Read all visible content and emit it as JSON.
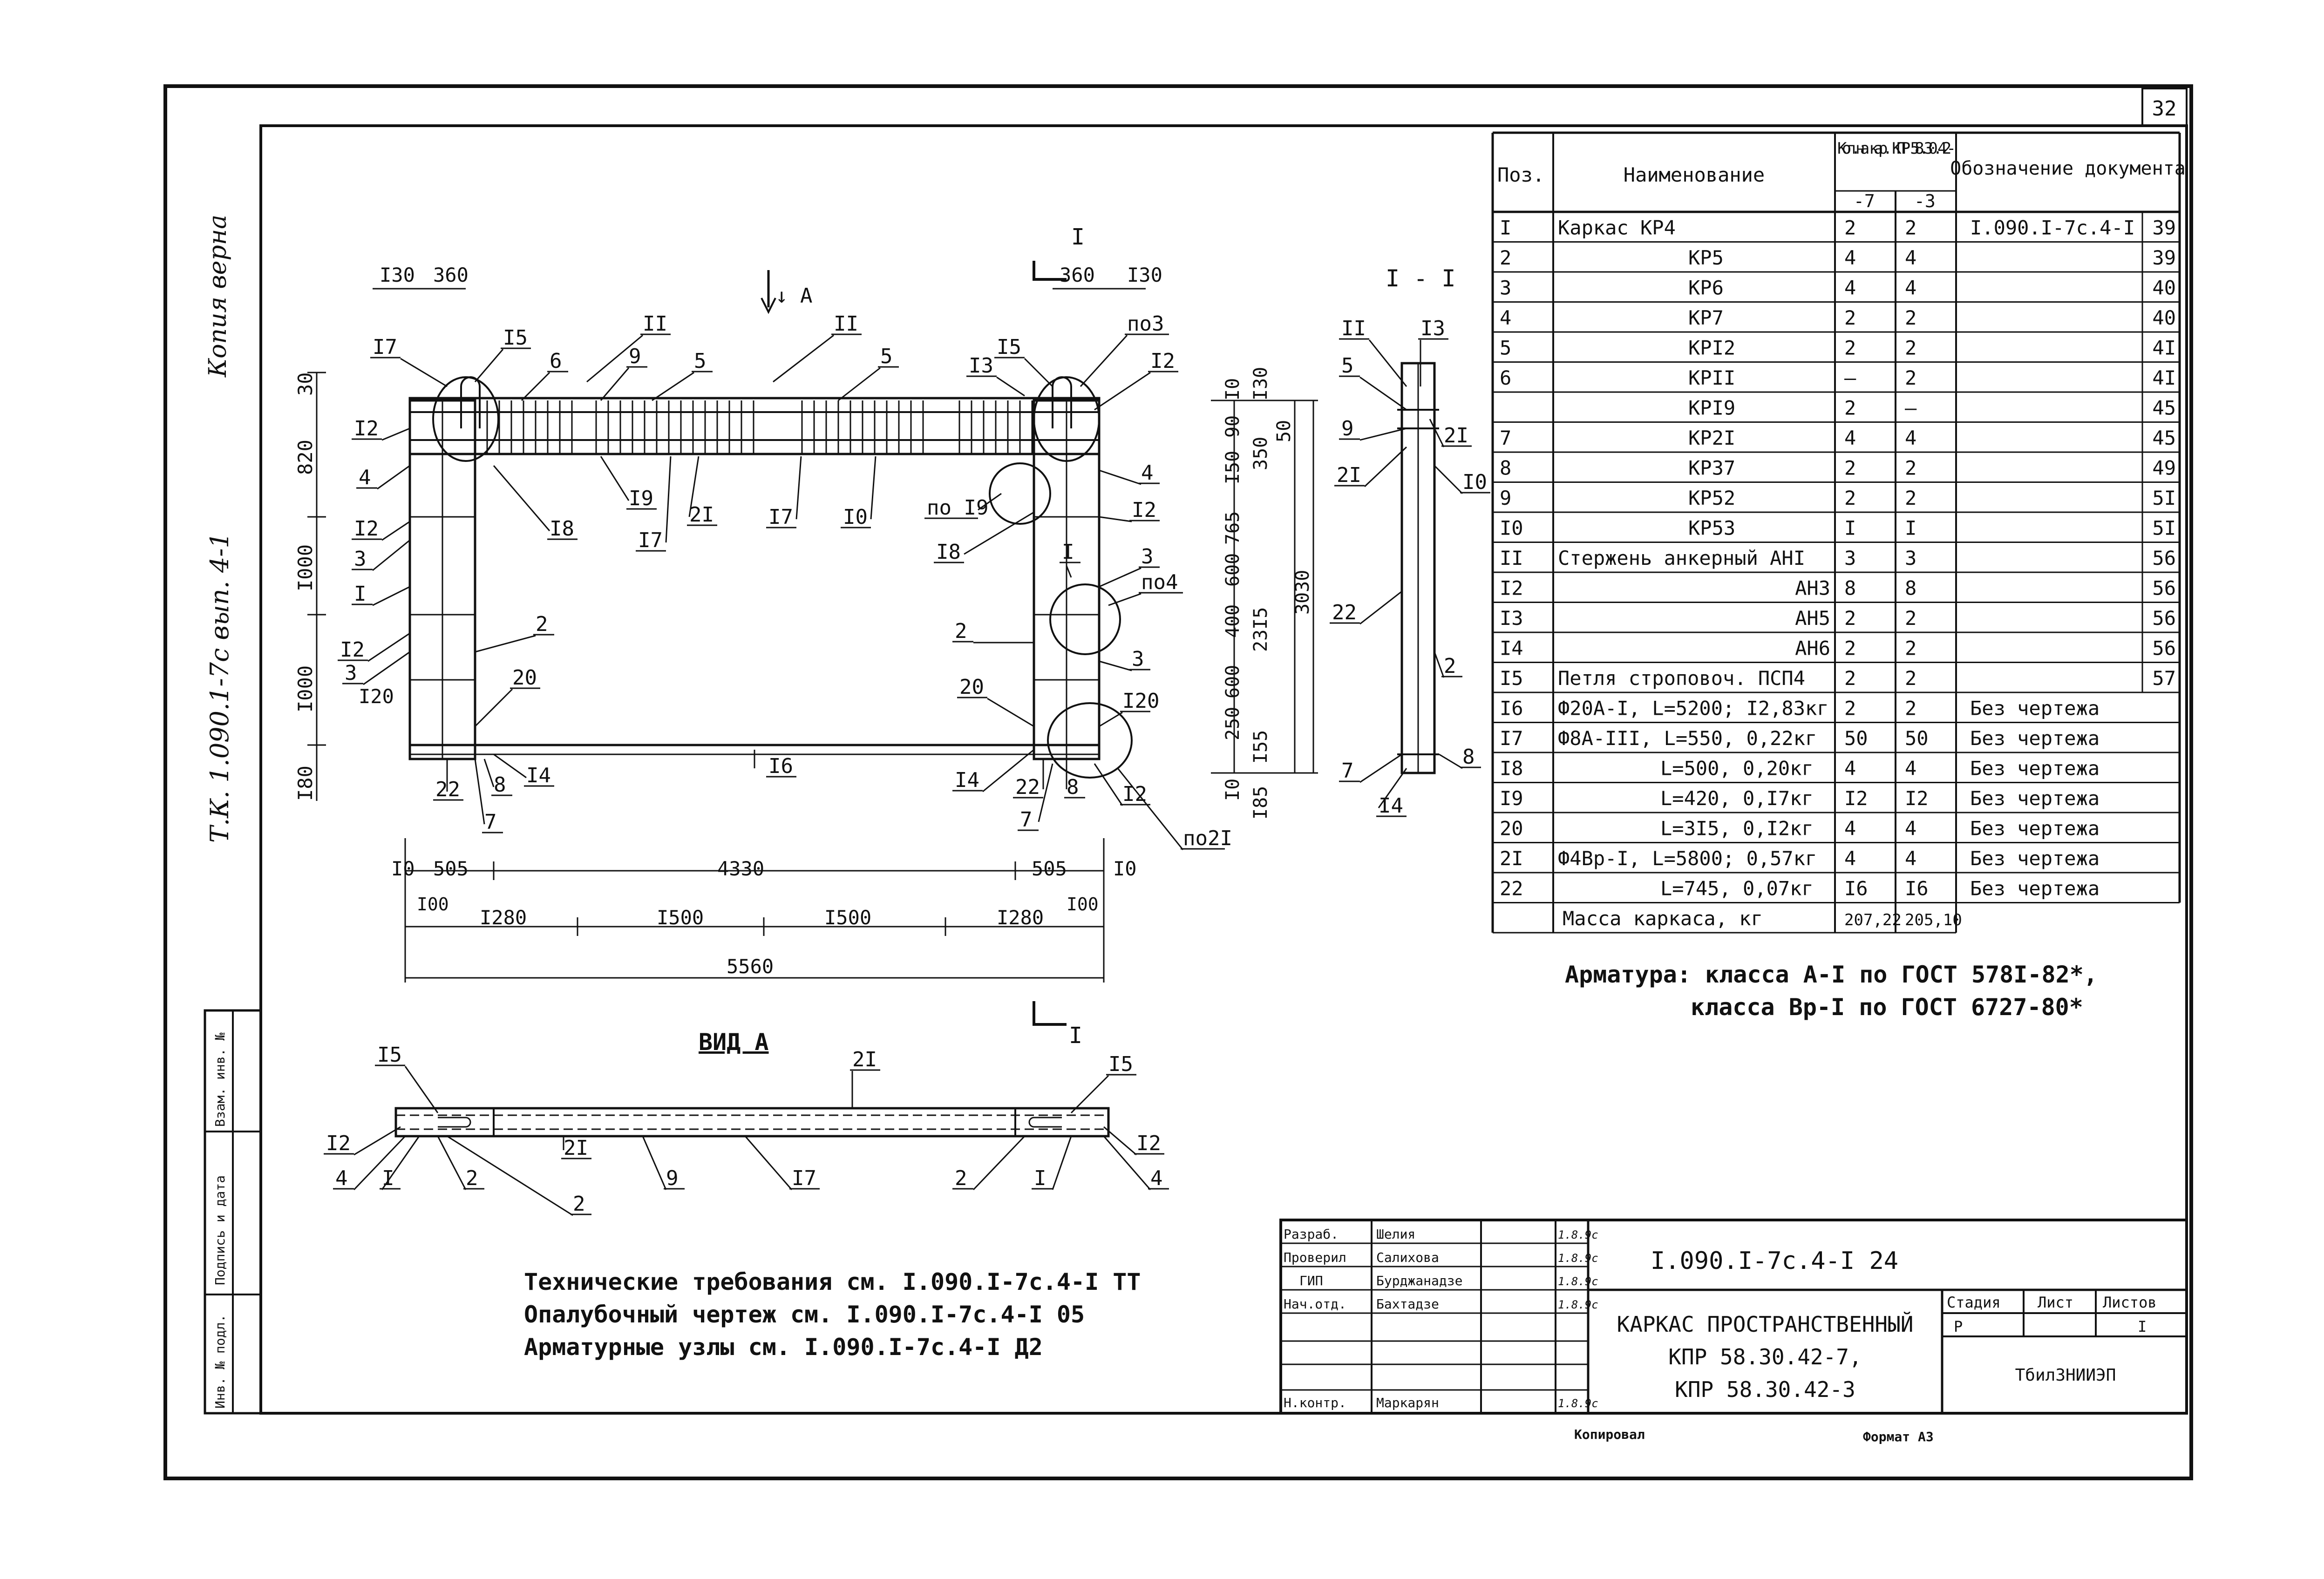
{
  "page_number": "32",
  "side_note": "Т.К. 1.090.1-7с вып. 4-1",
  "copy_note": "Копия верна",
  "spec_table": {
    "headers": {
      "pos": "Поз.",
      "name": "Наименование",
      "qty": "Кол.на кар. КПР 58.30.42-",
      "qty_a": "-7",
      "qty_b": "-3",
      "doc": "Обозначение документа"
    },
    "rows": [
      {
        "pos": "I",
        "name": "Каркас КР4",
        "a": "2",
        "b": "2",
        "doc": "I.090.I-7с.4-I",
        "page": "39"
      },
      {
        "pos": "2",
        "name": "КР5",
        "a": "4",
        "b": "4",
        "doc": "",
        "page": "39"
      },
      {
        "pos": "3",
        "name": "КР6",
        "a": "4",
        "b": "4",
        "doc": "",
        "page": "40"
      },
      {
        "pos": "4",
        "name": "КР7",
        "a": "2",
        "b": "2",
        "doc": "",
        "page": "40"
      },
      {
        "pos": "5",
        "name": "КРI2",
        "a": "2",
        "b": "2",
        "doc": "",
        "page": "4I"
      },
      {
        "pos": "6",
        "name": "КРII",
        "a": "–",
        "b": "2",
        "doc": "",
        "page": "4I"
      },
      {
        "pos": "",
        "name": "КРI9",
        "a": "2",
        "b": "–",
        "doc": "",
        "page": "45"
      },
      {
        "pos": "7",
        "name": "КР2I",
        "a": "4",
        "b": "4",
        "doc": "",
        "page": "45"
      },
      {
        "pos": "8",
        "name": "КР37",
        "a": "2",
        "b": "2",
        "doc": "",
        "page": "49"
      },
      {
        "pos": "9",
        "name": "КР52",
        "a": "2",
        "b": "2",
        "doc": "",
        "page": "5I"
      },
      {
        "pos": "I0",
        "name": "КР53",
        "a": "I",
        "b": "I",
        "doc": "",
        "page": "5I"
      },
      {
        "pos": "II",
        "name": "Стержень анкерный АНI",
        "a": "3",
        "b": "3",
        "doc": "",
        "page": "56"
      },
      {
        "pos": "I2",
        "name": "АН3",
        "a": "8",
        "b": "8",
        "doc": "",
        "page": "56"
      },
      {
        "pos": "I3",
        "name": "АН5",
        "a": "2",
        "b": "2",
        "doc": "",
        "page": "56"
      },
      {
        "pos": "I4",
        "name": "АН6",
        "a": "2",
        "b": "2",
        "doc": "",
        "page": "56"
      },
      {
        "pos": "I5",
        "name": "Петля строповоч. ПСП4",
        "a": "2",
        "b": "2",
        "doc": "",
        "page": "57"
      },
      {
        "pos": "I6",
        "name": "Ф20А-I, L=5200; I2,83кг",
        "a": "2",
        "b": "2",
        "doc": "Без чертежа",
        "page": ""
      },
      {
        "pos": "I7",
        "name": "Ф8А-III, L=550, 0,22кг",
        "a": "50",
        "b": "50",
        "doc": "Без чертежа",
        "page": ""
      },
      {
        "pos": "I8",
        "name": "L=500, 0,20кг",
        "a": "4",
        "b": "4",
        "doc": "Без чертежа",
        "page": ""
      },
      {
        "pos": "I9",
        "name": "L=420, 0,I7кг",
        "a": "I2",
        "b": "I2",
        "doc": "Без чертежа",
        "page": ""
      },
      {
        "pos": "20",
        "name": "L=3I5, 0,I2кг",
        "a": "4",
        "b": "4",
        "doc": "Без чертежа",
        "page": ""
      },
      {
        "pos": "2I",
        "name": "Ф4Вр-I, L=5800; 0,57кг",
        "a": "4",
        "b": "4",
        "doc": "Без чертежа",
        "page": ""
      },
      {
        "pos": "22",
        "name": "L=745, 0,07кг",
        "a": "I6",
        "b": "I6",
        "doc": "Без чертежа",
        "page": ""
      },
      {
        "pos": "",
        "name": "Масса каркаса, кг",
        "a": "207,22",
        "b": "205,10",
        "doc": "",
        "page": ""
      }
    ]
  },
  "armature_note": {
    "line1": "Арматура: класса А-I по ГОСТ 578I-82*,",
    "line2": "класса Вр-I по ГОСТ 6727-80*"
  },
  "tech_notes": [
    "Технические требования см. I.090.I-7с.4-I ТТ",
    "Опалубочный чертеж см. I.090.I-7с.4-I 05",
    "Арматурные узлы см. I.090.I-7с.4-I Д2"
  ],
  "title_block": {
    "doc_code": "I.090.I-7с.4-I 24",
    "title_l1": "КАРКАС ПРОСТРАНСТВЕННЫЙ",
    "title_l2": "КПР 58.30.42-7,",
    "title_l3": "КПР 58.30.42-3",
    "stage_label": "Стадия",
    "sheet_label": "Лист",
    "sheets_label": "Листов",
    "stage": "Р",
    "sheets": "I",
    "org": "ТбилЗНИИЭП",
    "roles": [
      {
        "role": "Разраб.",
        "name": "Шелия",
        "date": "1.8.9с"
      },
      {
        "role": "Проверил",
        "name": "Салихова",
        "date": "1.8.9с"
      },
      {
        "role": "ГИП",
        "name": "Бурджанадзе",
        "date": "1.8.9с"
      },
      {
        "role": "Нач.отд.",
        "name": "Бахтадзе",
        "date": "1.8.9с"
      },
      {
        "role": "Н.контр.",
        "name": "Маркарян",
        "date": "1.8.9с"
      }
    ],
    "copied": "Копировал",
    "format": "Формат А3"
  },
  "stamp_strip": [
    "Инв. № подл.",
    "Подпись и дата",
    "Взам. инв. №"
  ],
  "main_view": {
    "view_a_label": "↓ А",
    "section_mark": "I",
    "top_dims": [
      "I30",
      "360",
      "360",
      "I30"
    ],
    "left_dims": [
      "30",
      "820",
      "I000",
      "I000",
      "I20",
      "I80"
    ],
    "right_dims": [
      "I30",
      "I0",
      "90",
      "I50",
      "765",
      "600",
      "400",
      "600",
      "250",
      "I55",
      "I0",
      "I85"
    ],
    "right_dims2": [
      "350",
      "50",
      "23I5",
      "3030"
    ],
    "bottom_dims1": [
      "I0",
      "505",
      "4330",
      "505",
      "I0"
    ],
    "bottom_dims2": [
      "I00",
      "I00"
    ],
    "bottom_dims3": [
      "I280",
      "I500",
      "I500",
      "I280"
    ],
    "bottom_total": "5560",
    "callouts_top": [
      "I7",
      "I5",
      "6",
      "II",
      "9",
      "5",
      "II",
      "5",
      "I3",
      "I5",
      "по3",
      "I2"
    ],
    "callouts_left": [
      "I2",
      "4",
      "I2",
      "3",
      "I",
      "I2",
      "3",
      "22",
      "7",
      "8",
      "I4",
      "20",
      "2"
    ],
    "callouts_mid": [
      "I8",
      "I9",
      "I7",
      "2I",
      "I7",
      "I0",
      "по I9",
      "I8",
      "I6"
    ],
    "callouts_right": [
      "4",
      "I2",
      "I",
      "3",
      "по4",
      "2",
      "3",
      "I20",
      "20",
      "I4",
      "22",
      "8",
      "7",
      "I2",
      "по2I"
    ]
  },
  "section_view": {
    "title": "I - I",
    "callouts": [
      "II",
      "I3",
      "5",
      "9",
      "2I",
      "2I",
      "I0",
      "22",
      "2",
      "7",
      "8",
      "I4"
    ]
  },
  "view_a": {
    "title": "ВИД А",
    "callouts": [
      "I5",
      "2I",
      "I5",
      "I2",
      "4",
      "I",
      "2",
      "2",
      "2I",
      "9",
      "I7",
      "2",
      "I",
      "4",
      "I2"
    ]
  }
}
